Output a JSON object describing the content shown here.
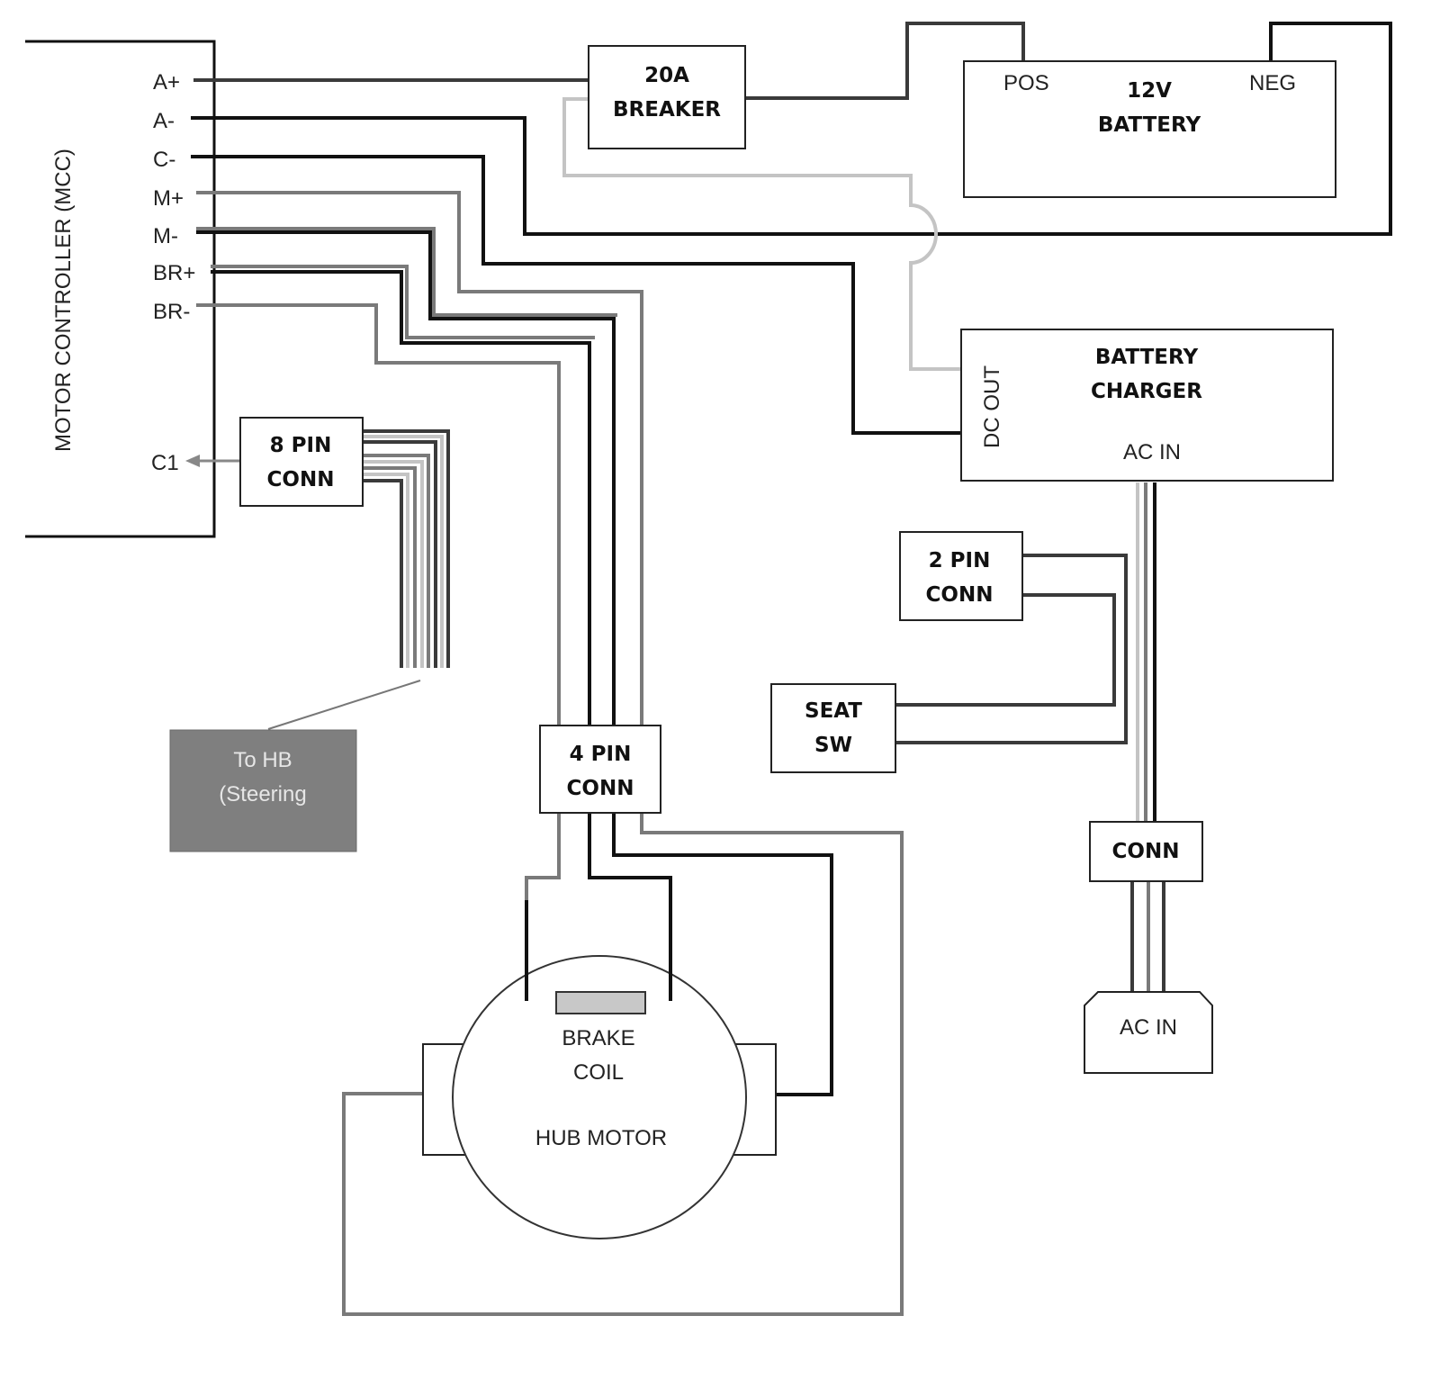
{
  "motor_controller": {
    "title": "MOTOR CONTROLLER (MCC)",
    "terminals": [
      "A+",
      "A-",
      "C-",
      "M+",
      "M-",
      "BR+",
      "BR-"
    ],
    "c1_label": "C1"
  },
  "breaker": {
    "line1": "20A",
    "line2": "BREAKER"
  },
  "battery": {
    "line1": "12V",
    "line2": "BATTERY",
    "pos": "POS",
    "neg": "NEG"
  },
  "charger": {
    "line1": "BATTERY",
    "line2": "CHARGER",
    "dc_out": "DC OUT",
    "ac_in": "AC IN"
  },
  "eight_pin": {
    "line1": "8 PIN",
    "line2": "CONN"
  },
  "to_hb": {
    "line1": "To HB",
    "line2": "(Steering"
  },
  "four_pin": {
    "line1": "4 PIN",
    "line2": "CONN"
  },
  "two_pin": {
    "line1": "2 PIN",
    "line2": "CONN"
  },
  "seat_sw": {
    "line1": "SEAT",
    "line2": "SW"
  },
  "conn": {
    "label": "CONN"
  },
  "ac_in_plug": {
    "label": "AC IN"
  },
  "hub_motor": {
    "brake_line1": "BRAKE",
    "brake_line2": "COIL",
    "label": "HUB MOTOR"
  },
  "colors": {
    "wire_black": "#111111",
    "wire_gray": "#7a7a7a",
    "wire_light": "#c4c4c4",
    "hb_box": "#7f7f7f",
    "brake_coil": "#c8c8c8"
  }
}
